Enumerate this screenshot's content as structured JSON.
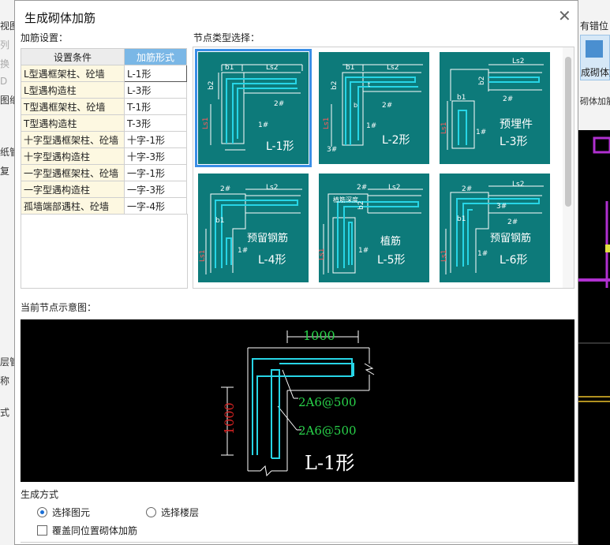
{
  "dialog": {
    "title": "生成砌体加筋",
    "settings_label": "加筋设置：",
    "node_type_label": "节点类型选择：",
    "current_node_label": "当前节点示意图："
  },
  "table": {
    "headers": [
      "设置条件",
      "加筋形式"
    ],
    "rows": [
      {
        "condition": "L型遇框架柱、砼墙",
        "form": "L-1形"
      },
      {
        "condition": "L型遇构造柱",
        "form": "L-3形"
      },
      {
        "condition": "T型遇框架柱、砼墙",
        "form": "T-1形"
      },
      {
        "condition": "T型遇构造柱",
        "form": "T-3形"
      },
      {
        "condition": "十字型遇框架柱、砼墙",
        "form": "十字-1形"
      },
      {
        "condition": "十字型遇构造柱",
        "form": "十字-3形"
      },
      {
        "condition": "一字型遇框架柱、砼墙",
        "form": "一字-1形"
      },
      {
        "condition": "一字型遇构造柱",
        "form": "一字-3形"
      },
      {
        "condition": "孤墙端部遇柱、砼墙",
        "form": "一字-4形"
      }
    ]
  },
  "nodes": [
    {
      "name": "L-1形",
      "dim_a": "b1",
      "dim_b": "Ls2",
      "dim_c": "b2",
      "dim_d": "Ls1",
      "bar1": "1#",
      "bar2": "2#"
    },
    {
      "name": "L-2形",
      "dim_a": "b1",
      "dim_b": "Ls2",
      "dim_c": "b2",
      "dim_d": "Ls1",
      "bar1": "1#",
      "bar2": "2#",
      "bar3": "3#",
      "dim_e": "t",
      "dim_f": "b"
    },
    {
      "name": "L-3形",
      "caption": "预埋件",
      "dim_b": "Ls2",
      "dim_c": "b2",
      "dim_a": "b1",
      "dim_d": "Ls1",
      "bar1": "1#",
      "bar2": "2#"
    },
    {
      "name": "L-4形",
      "caption": "预留钢筋",
      "dim_b": "Ls2",
      "dim_a": "b1",
      "dim_d": "Ls1",
      "bar1": "1#",
      "bar2": "2#"
    },
    {
      "name": "L-5形",
      "caption": "植筋",
      "note": "植筋深度",
      "dim_b": "Ls2",
      "dim_c": "b2",
      "dim_d": "Ls1",
      "bar1": "1#",
      "bar2": "2#"
    },
    {
      "name": "L-6形",
      "caption": "预留钢筋",
      "dim_b": "Ls2",
      "dim_a": "b1",
      "dim_d": "Ls1",
      "bar1": "1#",
      "bar2": "2#",
      "bar3": "3#"
    }
  ],
  "preview": {
    "dim_top": "1000",
    "dim_left": "1000",
    "label_bar2": "2A6@500",
    "label_bar1": "2A6@500",
    "name": "L-1形"
  },
  "generate": {
    "label": "生成方式",
    "option_element": "选择图元",
    "option_floor": "选择楼层",
    "overwrite": "覆盖同位置砌体加筋"
  },
  "background": {
    "right_top": "有错位",
    "right_btn": "成砌体加",
    "right_sub": "砌体加筋",
    "left_items": [
      "视图",
      "列",
      "换",
      "D",
      "图纸",
      "纸管",
      "复",
      "层管",
      "称",
      "式"
    ]
  },
  "colors": {
    "thumb_bg": "#0d7a7a",
    "selected": "#3a8ee6",
    "header_accent": "#7ab7e6",
    "bar_cyan": "#27d5e6",
    "label_green": "#29d34a",
    "label_red": "#d32222"
  }
}
